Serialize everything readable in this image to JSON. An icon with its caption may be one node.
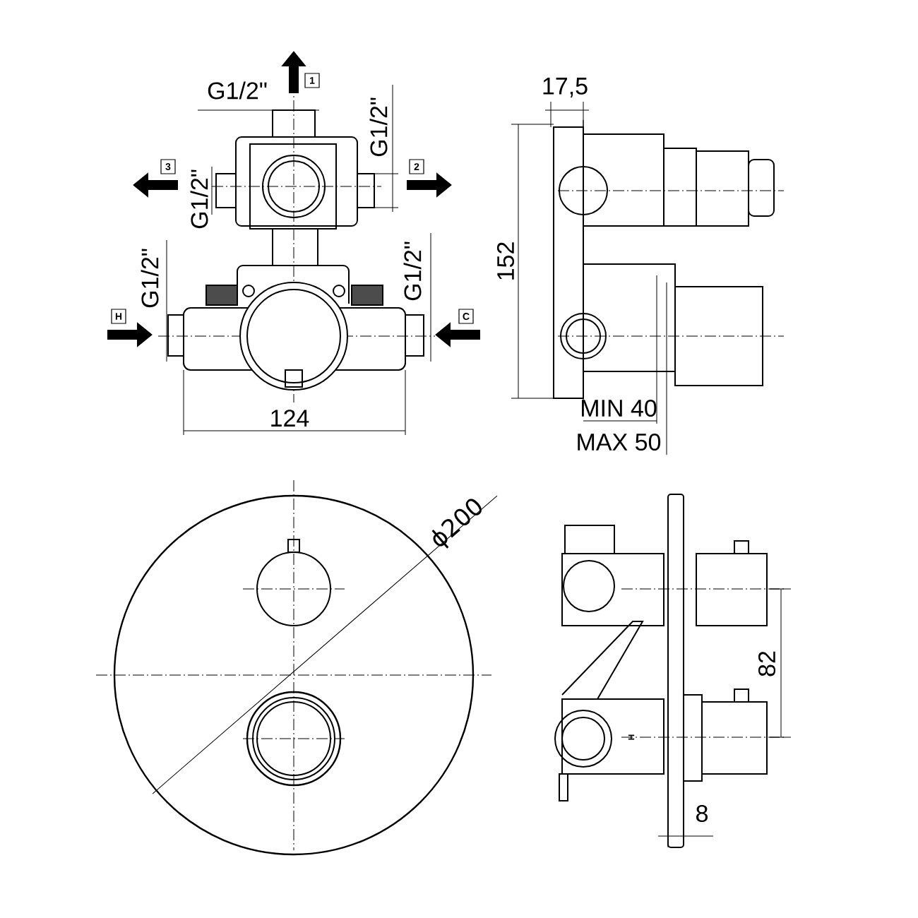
{
  "diagram": {
    "labels": [
      "1",
      "G1/2\"",
      "17,5",
      "G1/2\"",
      "3",
      "2",
      "G1/2\"",
      "G1/2\"",
      "152",
      "G1/2\"",
      "H",
      "C",
      "124",
      "MIN 40",
      "MAX 50",
      "ϕ200",
      "82",
      "8",
      "H"
    ]
  }
}
